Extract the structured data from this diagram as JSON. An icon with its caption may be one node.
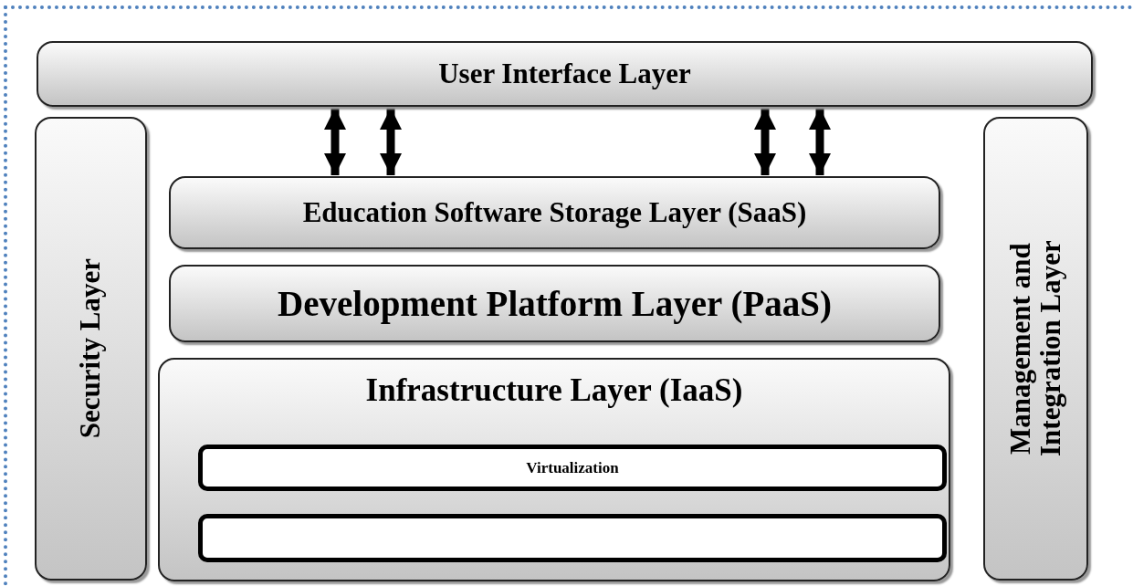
{
  "diagram": {
    "nodes": [
      {
        "text": [
          "User Interface Layer"
        ]
      },
      {
        "text": [
          "Security Layer"
        ]
      },
      {
        "text": [
          "Education Software Storage Layer (SaaS)"
        ]
      },
      {
        "text": [
          "Development Platform Layer (PaaS)"
        ]
      },
      {
        "text": [
          "Infrastructure Layer (IaaS)"
        ]
      },
      {
        "text": [
          "Virtualization"
        ],
        "in": 4
      },
      {
        "text": [],
        "shape": "box",
        "in": 4
      },
      {
        "text": [
          "Management and Integration Layer"
        ]
      }
    ],
    "edges": [
      {
        "from": 0,
        "to": 2,
        "arrow": "both"
      },
      {
        "from": 0,
        "to": 2,
        "arrow": "both"
      },
      {
        "from": 0,
        "to": 2,
        "arrow": "both"
      },
      {
        "from": 0,
        "to": 2,
        "arrow": "both"
      }
    ]
  }
}
